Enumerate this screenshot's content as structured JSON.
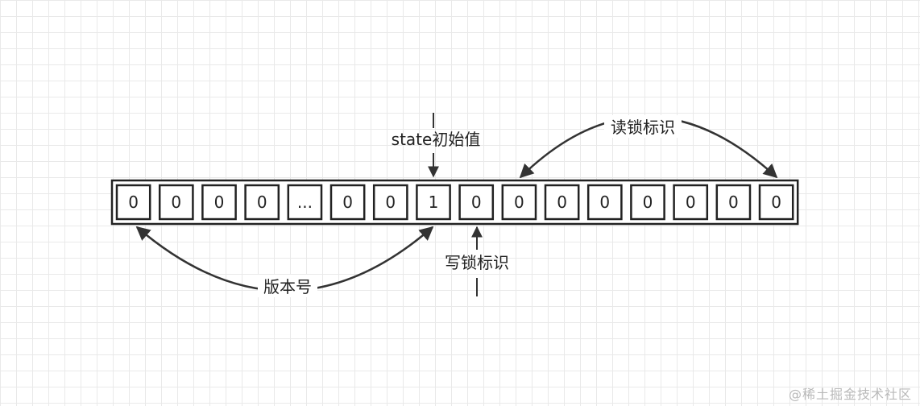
{
  "register": {
    "bits": [
      "0",
      "0",
      "0",
      "0",
      "...",
      "0",
      "0",
      "1",
      "0",
      "0",
      "0",
      "0",
      "0",
      "0",
      "0",
      "0"
    ]
  },
  "labels": {
    "state_initial": "state初始值",
    "read_lock": "读锁标识",
    "write_lock": "写锁标识",
    "version": "版本号"
  },
  "watermark": "@稀土掘金技术社区",
  "colors": {
    "stroke": "#222222",
    "arrow": "#333333",
    "grid": "#e9e9e9"
  }
}
